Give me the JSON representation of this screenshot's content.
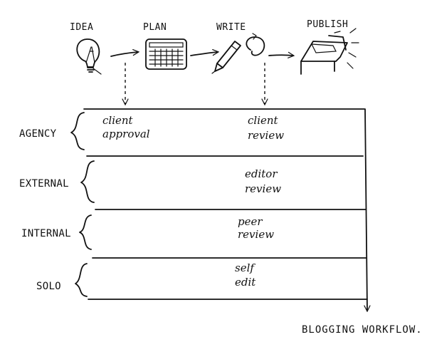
{
  "stages": [
    {
      "id": "idea",
      "label": "IDEA",
      "icon": "lightbulb-icon"
    },
    {
      "id": "plan",
      "label": "PLAN",
      "icon": "calendar-icon"
    },
    {
      "id": "write",
      "label": "WRITE",
      "icon": "pencil-icon"
    },
    {
      "id": "publish",
      "label": "PUBLISH",
      "icon": "printing-press-icon"
    }
  ],
  "lanes": [
    {
      "id": "agency",
      "label": "AGENCY",
      "notes": [
        {
          "line1": "client",
          "line2": "approval"
        },
        {
          "line1": "client",
          "line2": "review"
        }
      ]
    },
    {
      "id": "external",
      "label": "EXTERNAL",
      "notes": [
        {
          "line1": "editor",
          "line2": "review"
        }
      ]
    },
    {
      "id": "internal",
      "label": "INTERNAL",
      "notes": [
        {
          "line1": "peer",
          "line2": "review"
        }
      ]
    },
    {
      "id": "solo",
      "label": "SOLO",
      "notes": [
        {
          "line1": "self",
          "line2": "edit"
        }
      ]
    }
  ],
  "title": "BLOGGING WORKFLOW."
}
